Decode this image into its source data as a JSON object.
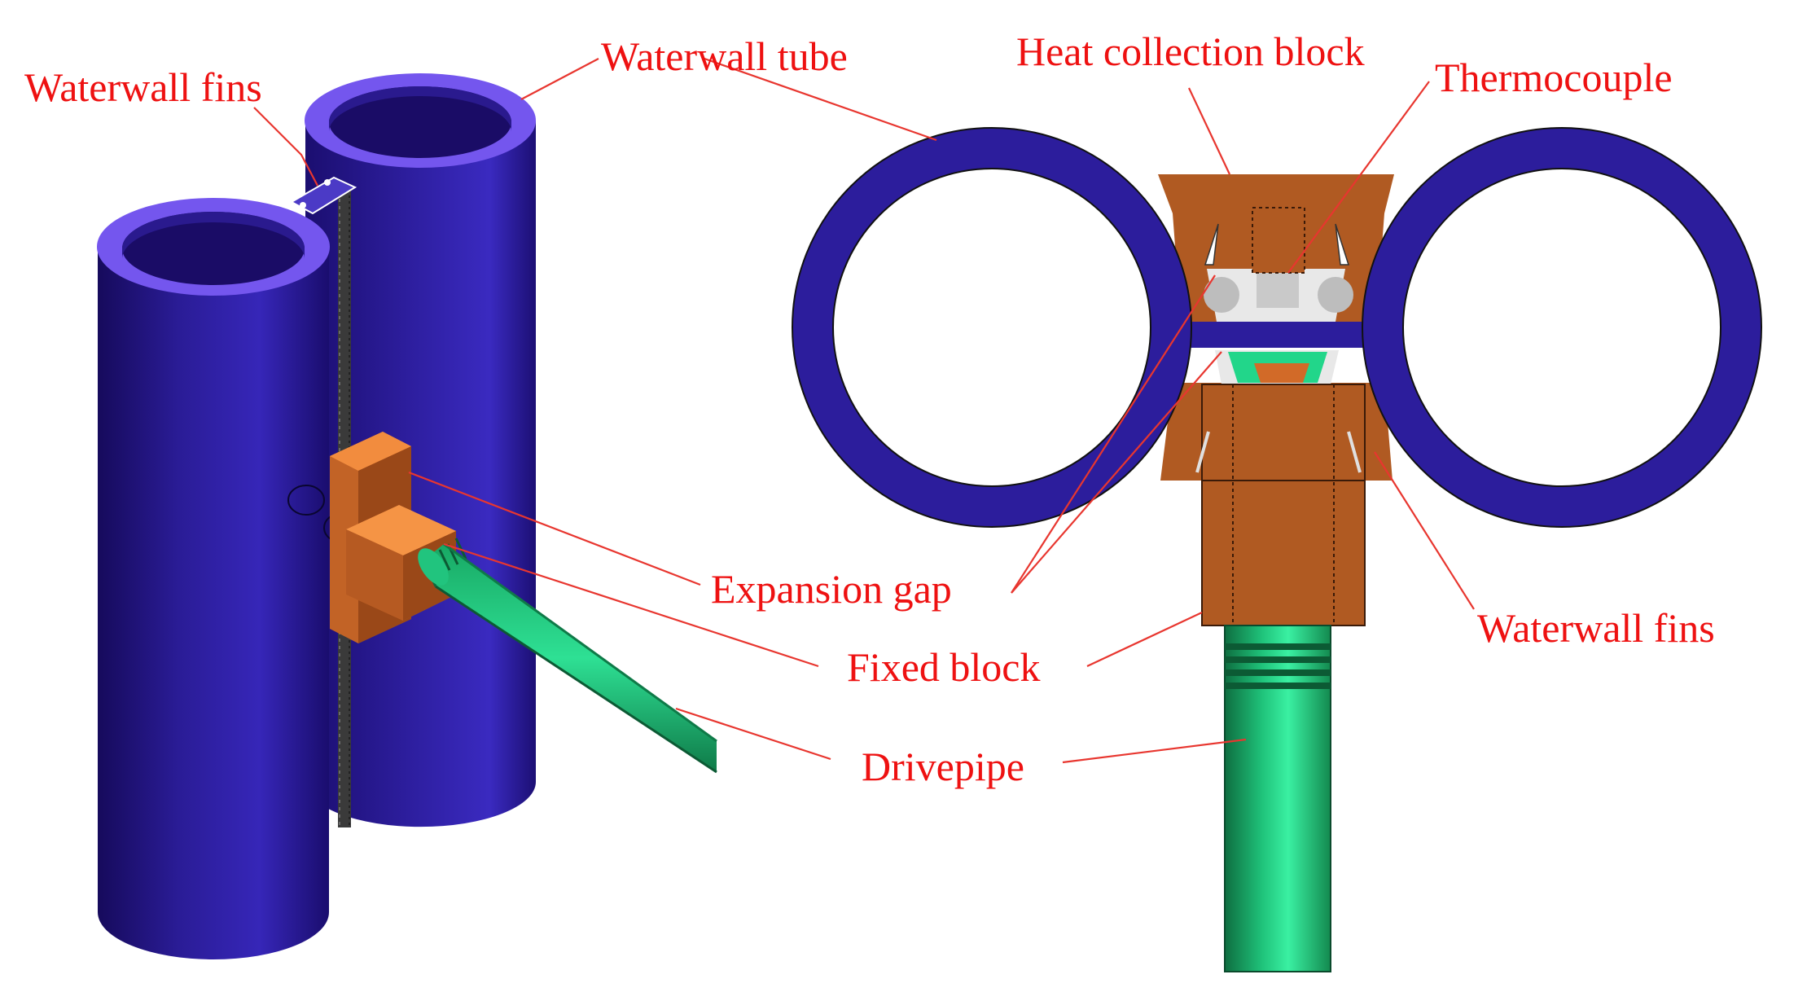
{
  "colors": {
    "tube": "#2c1d9c",
    "tube_dark": "#15095e",
    "tube_rim": "#7a5cf0",
    "block": "#b05a22",
    "block_light": "#f08a3c",
    "drivepipe": "#22d68a",
    "drivepipe_dark": "#0f7a48",
    "label": "#ee1111"
  },
  "labels": {
    "waterwall_fins_left": "Waterwall fins",
    "waterwall_tube": "Waterwall tube",
    "heat_collection_block": "Heat collection block",
    "thermocouple": "Thermocouple",
    "expansion_gap": "Expansion gap",
    "fixed_block": "Fixed block",
    "drivepipe": "Drivepipe",
    "waterwall_fins_right": "Waterwall fins"
  }
}
